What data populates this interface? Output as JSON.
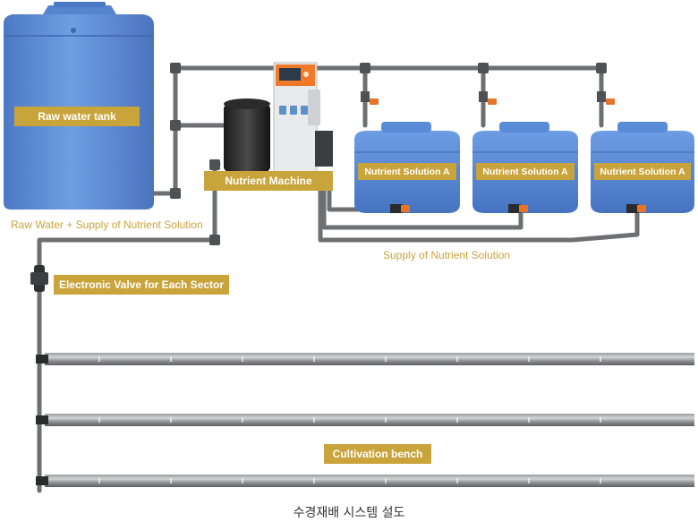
{
  "labels": {
    "raw_water_tank": "Raw water tank",
    "nutrient_machine": "Nutrient Machine",
    "nutrient_solution_1": "Nutrient Solution A",
    "nutrient_solution_2": "Nutrient Solution A",
    "nutrient_solution_3": "Nutrient Solution A",
    "raw_water_supply": "Raw Water + Supply of Nutrient Solution",
    "supply_nutrient": "Supply of Nutrient Solution",
    "electronic_valve": "Electronic Valve for Each Sector",
    "cultivation_bench": "Cultivation bench"
  },
  "caption": "수경재배 시스템 설도",
  "colors": {
    "tank_blue": "#5f8ed6",
    "pipe_gray": "#6d6f72",
    "label_gold": "#c9a43b",
    "valve_orange": "#e8742a",
    "machine_screen": "#f07a2a"
  }
}
